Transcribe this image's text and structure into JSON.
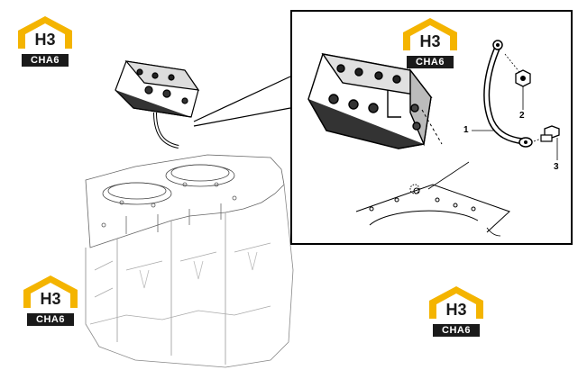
{
  "logo": {
    "mark": "H3",
    "text": "CHA6",
    "colors": {
      "house": "#f4b400",
      "dark": "#1a1a1a"
    }
  },
  "callouts": [
    {
      "id": "1",
      "label": "1"
    },
    {
      "id": "2",
      "label": "2"
    },
    {
      "id": "3",
      "label": "3"
    }
  ],
  "colors": {
    "line": "#000000",
    "detail_box_border": "#000000",
    "background": "#ffffff"
  }
}
